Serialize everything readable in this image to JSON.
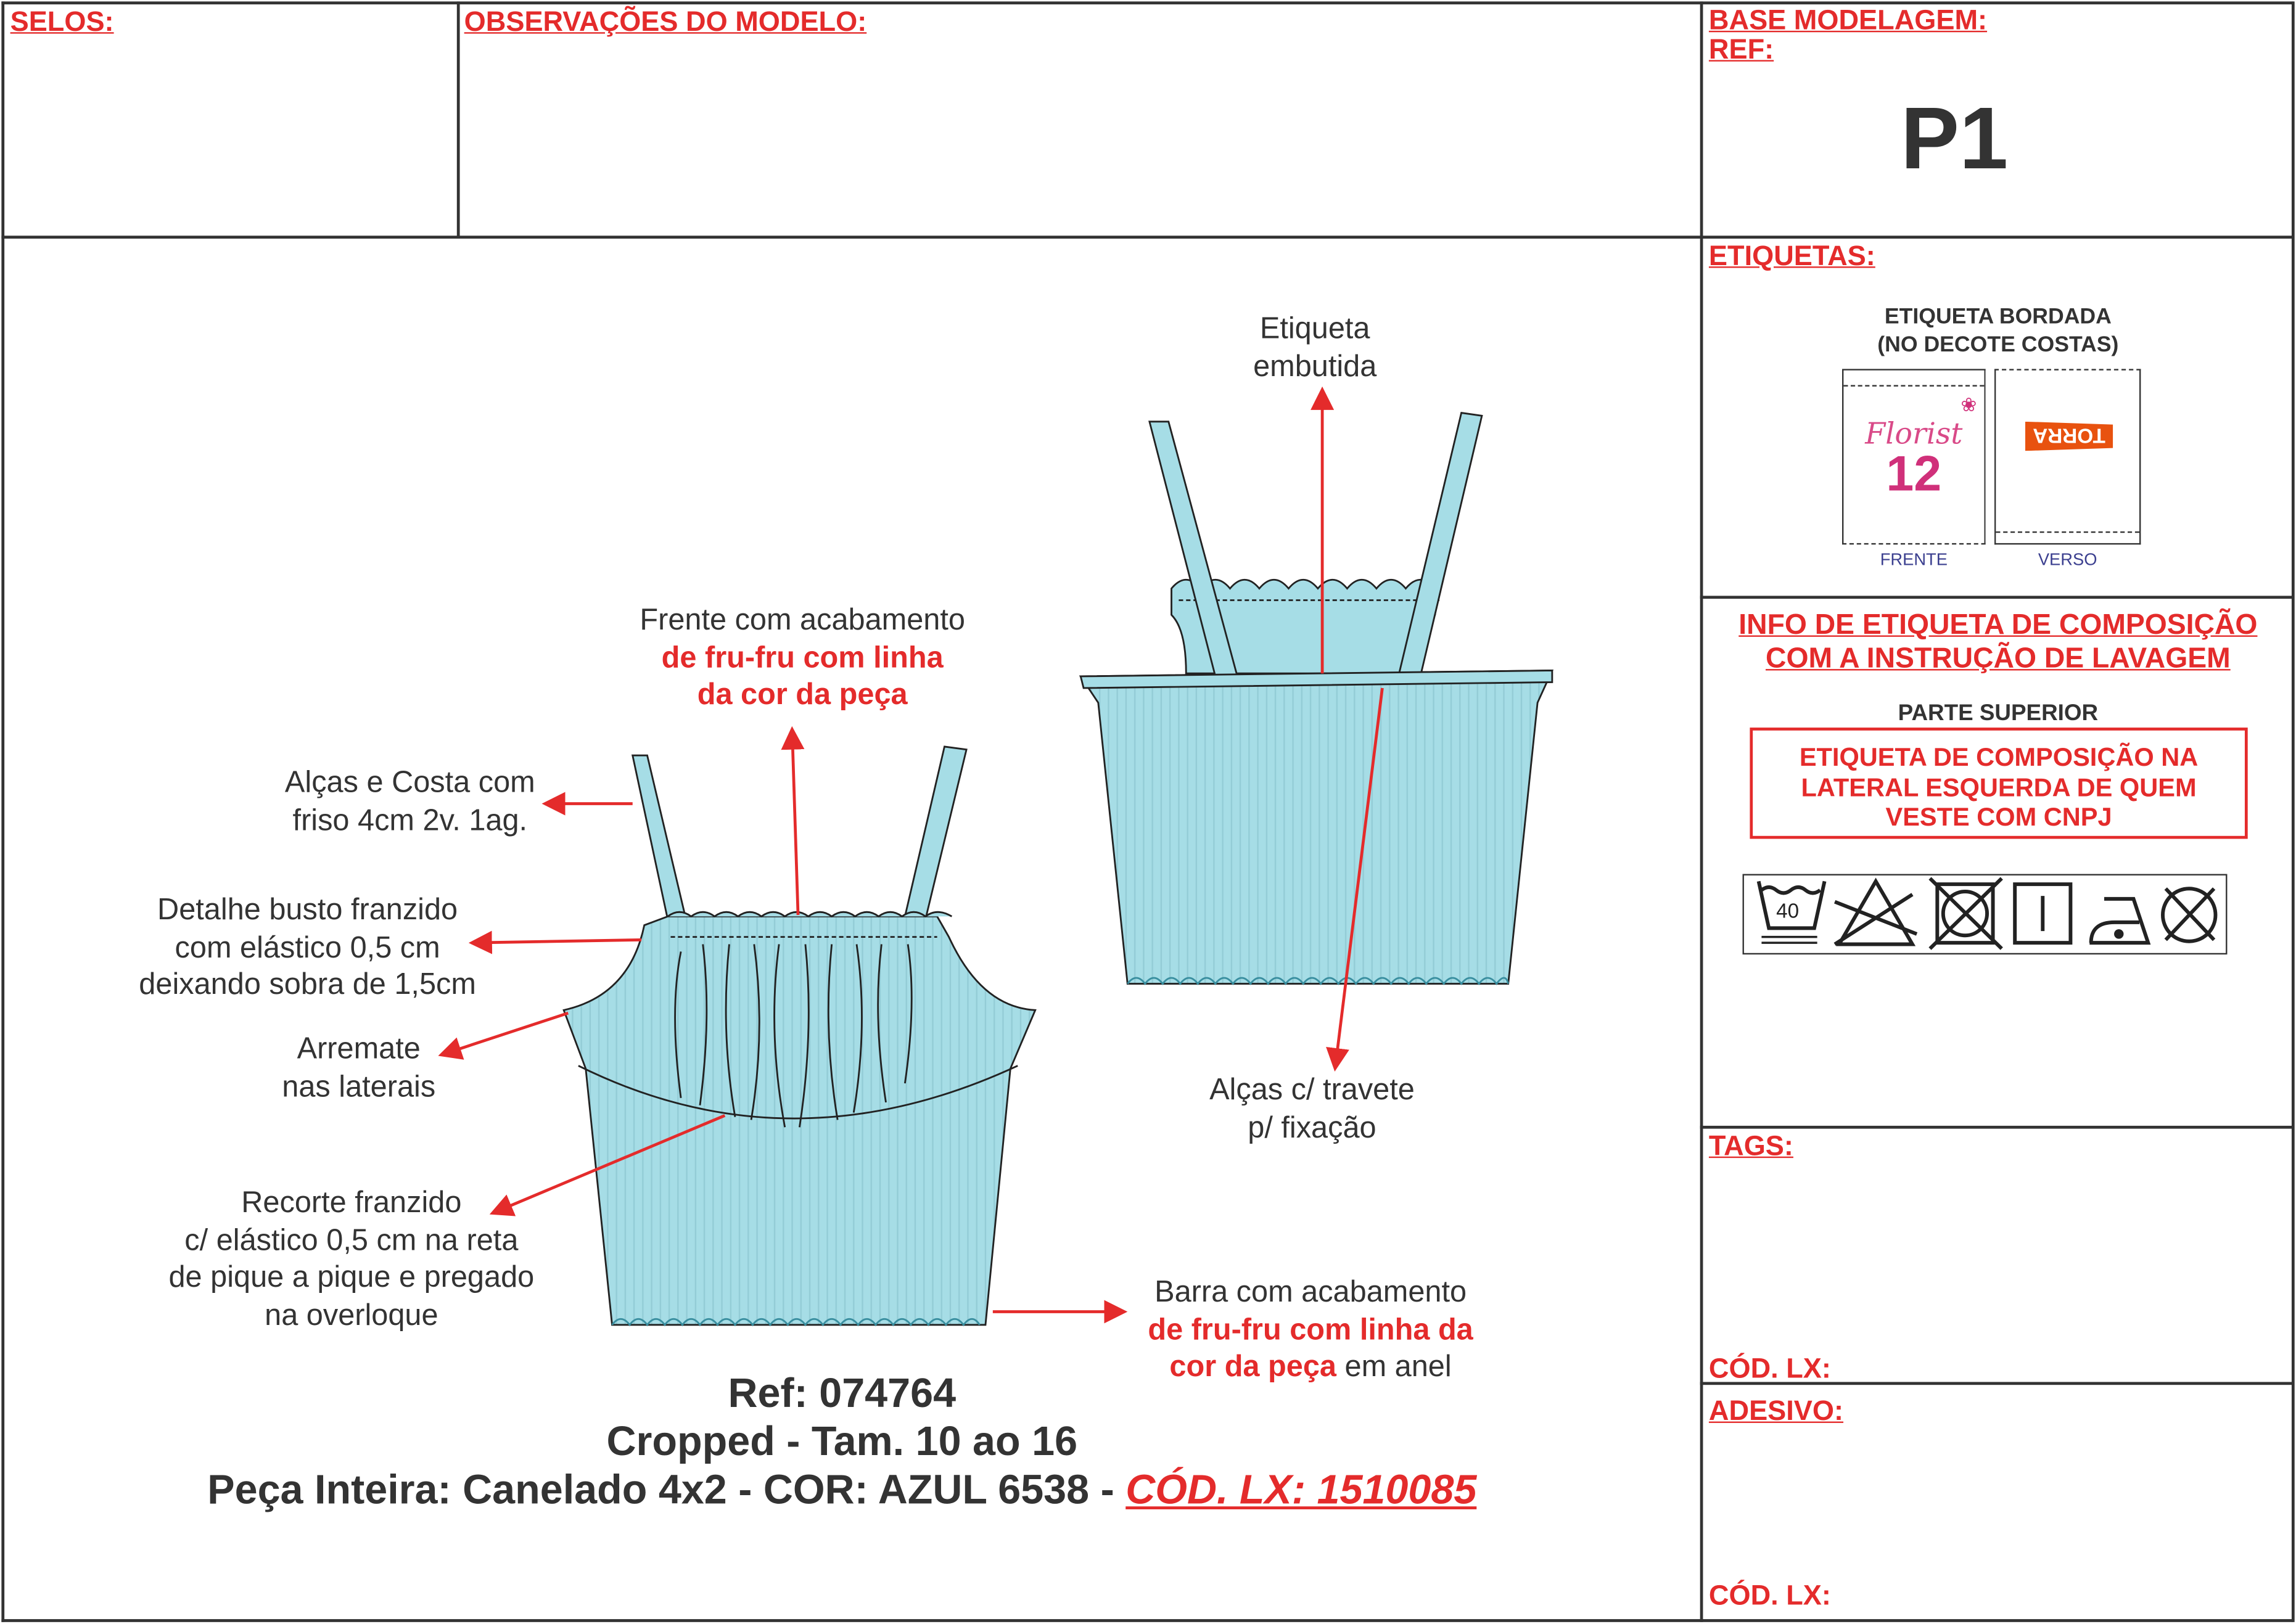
{
  "header": {
    "selos": "SELOS:",
    "observacoes": "OBSERVAÇÕES DO MODELO:",
    "base_modelagem": "BASE MODELAGEM:",
    "ref_label": "REF:",
    "ref_value": "P1"
  },
  "etiquetas": {
    "title": "ETIQUETAS:",
    "heading_1": "ETIQUETA BORDADA",
    "heading_2": "(NO DECOTE COSTAS)",
    "front_brand": "Florist",
    "front_size": "12",
    "back_brand": "TORRA",
    "front_caption": "FRENTE",
    "back_caption": "VERSO"
  },
  "composicao": {
    "title_1": "INFO DE ETIQUETA DE COMPOSIÇÃO",
    "title_2": "COM A INSTRUÇÃO DE LAVAGEM",
    "subtitle": "PARTE SUPERIOR",
    "box_lines": [
      "ETIQUETA DE COMPOSIÇÃO NA",
      "LATERAL ESQUERDA DE QUEM",
      "VESTE COM CNPJ"
    ],
    "wash_temp": "40",
    "care_icons": [
      "wash-40-icon",
      "no-bleach-icon",
      "no-tumble-dry-icon",
      "line-dry-icon",
      "iron-low-icon",
      "no-dry-clean-icon"
    ]
  },
  "tags": {
    "title": "TAGS:",
    "cod": "CÓD. LX:"
  },
  "adesivo": {
    "title": "ADESIVO:",
    "cod": "CÓD. LX:"
  },
  "annotations": {
    "etiqueta": [
      "Etiqueta",
      "embutida"
    ],
    "frente": [
      "Frente com acabamento",
      "de fru-fru com linha",
      "da cor da peça"
    ],
    "alcas": [
      "Alças e Costa com",
      "friso 4cm 2v. 1ag."
    ],
    "busto": [
      "Detalhe busto franzido",
      "com elástico 0,5 cm",
      "deixando sobra de 1,5cm"
    ],
    "arremate": [
      "Arremate",
      "nas laterais"
    ],
    "recorte": [
      "Recorte franzido",
      "c/ elástico 0,5 cm na reta",
      "de pique a pique e pregado",
      "na overloque"
    ],
    "barra": [
      "Barra com acabamento",
      "de fru-fru com linha da",
      "cor da peça",
      " em anel"
    ],
    "travete": [
      "Alças c/  travete",
      "p/ fixação"
    ]
  },
  "footer": {
    "ref": "Ref: 074764",
    "model": "Cropped - Tam. 10 ao 16",
    "fabric": "Peça Inteira: Canelado 4x2 - COR: AZUL 6538 - ",
    "cod": "CÓD. LX: 1510085"
  },
  "colors": {
    "accent": "#e42b2b",
    "garment": "#a6dde6",
    "text": "#333333"
  }
}
